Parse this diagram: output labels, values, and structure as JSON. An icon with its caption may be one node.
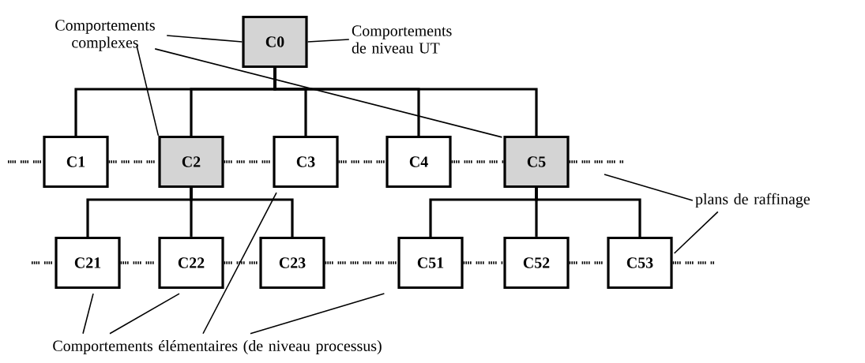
{
  "diagram": {
    "nodes": [
      {
        "text": [
          "Comportements complexes"
        ]
      },
      {
        "text": [
          "C0"
        ]
      },
      {
        "text": [
          "Comportements de niveau UT"
        ]
      },
      {
        "text": [
          "C1"
        ]
      },
      {
        "text": [
          "C2"
        ]
      },
      {
        "text": [
          "C3"
        ]
      },
      {
        "text": [
          "C4"
        ]
      },
      {
        "text": [
          "C5"
        ]
      },
      {
        "text": [
          "plans de raffinage"
        ]
      },
      {
        "text": [
          "C21"
        ]
      },
      {
        "text": [
          "C22"
        ]
      },
      {
        "text": [
          "C23"
        ]
      },
      {
        "text": [
          "C51"
        ]
      },
      {
        "text": [
          "C52"
        ]
      },
      {
        "text": [
          "C53"
        ]
      },
      {
        "text": [
          "Comportements élémentaires (de niveau processus)"
        ]
      }
    ],
    "edges": [
      {
        "from": 1,
        "to": 3,
        "arrow": "none"
      },
      {
        "from": 1,
        "to": 4,
        "arrow": "none"
      },
      {
        "from": 1,
        "to": 5,
        "arrow": "none"
      },
      {
        "from": 1,
        "to": 6,
        "arrow": "none"
      },
      {
        "from": 1,
        "to": 7,
        "arrow": "none"
      },
      {
        "from": 4,
        "to": 9,
        "arrow": "none"
      },
      {
        "from": 4,
        "to": 10,
        "arrow": "none"
      },
      {
        "from": 4,
        "to": 11,
        "arrow": "none"
      },
      {
        "from": 7,
        "to": 12,
        "arrow": "none"
      },
      {
        "from": 7,
        "to": 13,
        "arrow": "none"
      },
      {
        "from": 7,
        "to": 14,
        "arrow": "none"
      },
      {
        "from": 0,
        "to": 1,
        "arrow": "none"
      },
      {
        "from": 0,
        "to": 4,
        "arrow": "none"
      },
      {
        "from": 0,
        "to": 7,
        "arrow": "none"
      },
      {
        "from": 2,
        "to": 1,
        "arrow": "none"
      },
      {
        "from": 8,
        "to": null,
        "arrow": "none"
      },
      {
        "from": 8,
        "to": 14,
        "arrow": "none"
      },
      {
        "from": 15,
        "to": 9,
        "arrow": "none"
      },
      {
        "from": 15,
        "to": 10,
        "arrow": "none"
      },
      {
        "from": 15,
        "to": 5,
        "arrow": "none"
      },
      {
        "from": 15,
        "to": 12,
        "arrow": "none"
      },
      {
        "from": null,
        "to": 3,
        "arrow": "none",
        "style": "dashed"
      },
      {
        "from": 3,
        "to": 4,
        "arrow": "none",
        "style": "dashed"
      },
      {
        "from": 4,
        "to": 5,
        "arrow": "none",
        "style": "dashed"
      },
      {
        "from": 5,
        "to": 6,
        "arrow": "none",
        "style": "dashed"
      },
      {
        "from": 6,
        "to": 7,
        "arrow": "none",
        "style": "dashed"
      },
      {
        "from": 7,
        "to": null,
        "arrow": "none",
        "style": "dashed"
      },
      {
        "from": null,
        "to": 9,
        "arrow": "none",
        "style": "dashed"
      },
      {
        "from": 9,
        "to": 10,
        "arrow": "none",
        "style": "dashed"
      },
      {
        "from": 10,
        "to": 11,
        "arrow": "none",
        "style": "dashed"
      },
      {
        "from": 11,
        "to": 12,
        "arrow": "none",
        "style": "dashed"
      },
      {
        "from": 12,
        "to": 13,
        "arrow": "none",
        "style": "dashed"
      },
      {
        "from": 13,
        "to": 14,
        "arrow": "none",
        "style": "dashed"
      },
      {
        "from": 14,
        "to": null,
        "arrow": "none",
        "style": "dashed"
      }
    ]
  }
}
